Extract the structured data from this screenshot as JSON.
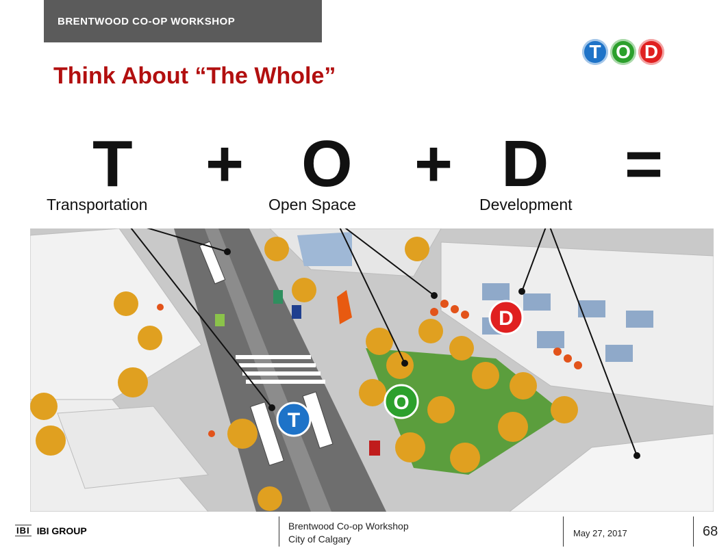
{
  "header": {
    "workshop_label": "BRENTWOOD CO-OP WORKSHOP"
  },
  "title": "Think About “The Whole”",
  "logo": {
    "letters": [
      "T",
      "O",
      "D"
    ],
    "colors": [
      "#1e73c8",
      "#2ca02c",
      "#e02020"
    ]
  },
  "equation": {
    "t": "T",
    "plus1": "+",
    "o": "O",
    "plus2": "+",
    "d": "D",
    "equals": "="
  },
  "labels": {
    "transportation": "Transportation",
    "open_space": "Open Space",
    "development": "Development"
  },
  "markers": {
    "t": "T",
    "o": "O",
    "d": "D",
    "colors": {
      "t": "#1e73c8",
      "o": "#2ca02c",
      "d": "#e02020"
    }
  },
  "footer": {
    "company_mark": "IBI",
    "company_name": "IBI GROUP",
    "center_line1": "Brentwood Co-op Workshop",
    "center_line2": "City of Calgary",
    "date": "May 27, 2017",
    "page": "68"
  }
}
